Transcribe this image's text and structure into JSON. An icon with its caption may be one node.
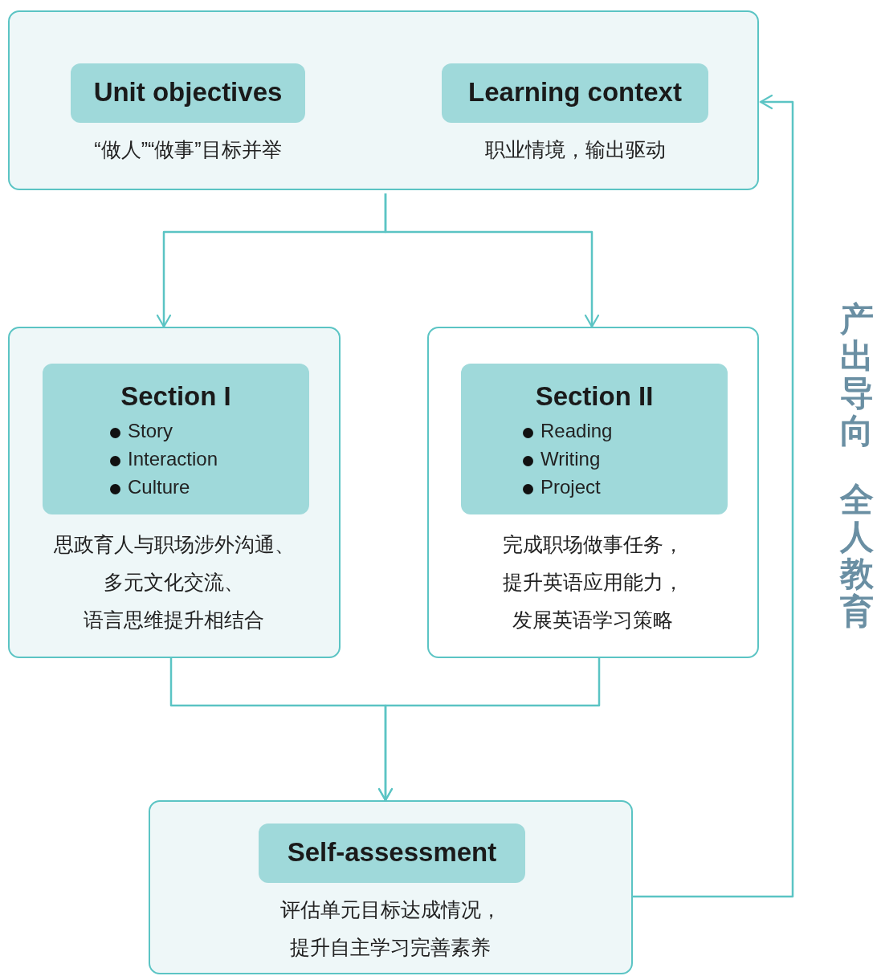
{
  "diagram": {
    "nodes": [
      {
        "text": [],
        "shape": "box"
      },
      {
        "text": [
          "Unit objectives"
        ],
        "in": 0,
        "beside": [
          "“做人”“做事”目标并举"
        ]
      },
      {
        "text": [
          "Learning context"
        ],
        "in": 0,
        "beside": [
          "职业情境，输出驱动"
        ]
      },
      {
        "text": [
          "思政育人与职场涉外沟通、",
          "多元文化交流、",
          "语言思维提升相结合"
        ]
      },
      {
        "text": [
          "Section I",
          "Story",
          "Interaction",
          "Culture"
        ],
        "in": 3
      },
      {
        "text": [
          "完成职场做事任务，",
          "提升英语应用能力，",
          "发展英语学习策略"
        ]
      },
      {
        "text": [
          "Section II",
          "Reading",
          "Writing",
          "Project"
        ],
        "in": 5
      },
      {
        "text": [
          "评估单元目标达成情况，",
          "提升自主学习完善素养"
        ]
      },
      {
        "text": [
          "Self-assessment"
        ],
        "in": 7
      }
    ],
    "edges": [
      {
        "from": 0,
        "to": 3,
        "arrow": "to"
      },
      {
        "from": 0,
        "to": 5,
        "arrow": "to"
      },
      {
        "from": 3,
        "to": 7,
        "arrow": "to"
      },
      {
        "from": 5,
        "to": 7,
        "arrow": "to"
      },
      {
        "from": 7,
        "to": 0,
        "arrow": "to"
      }
    ],
    "labels": [
      "产出导向",
      "全人教育"
    ]
  }
}
